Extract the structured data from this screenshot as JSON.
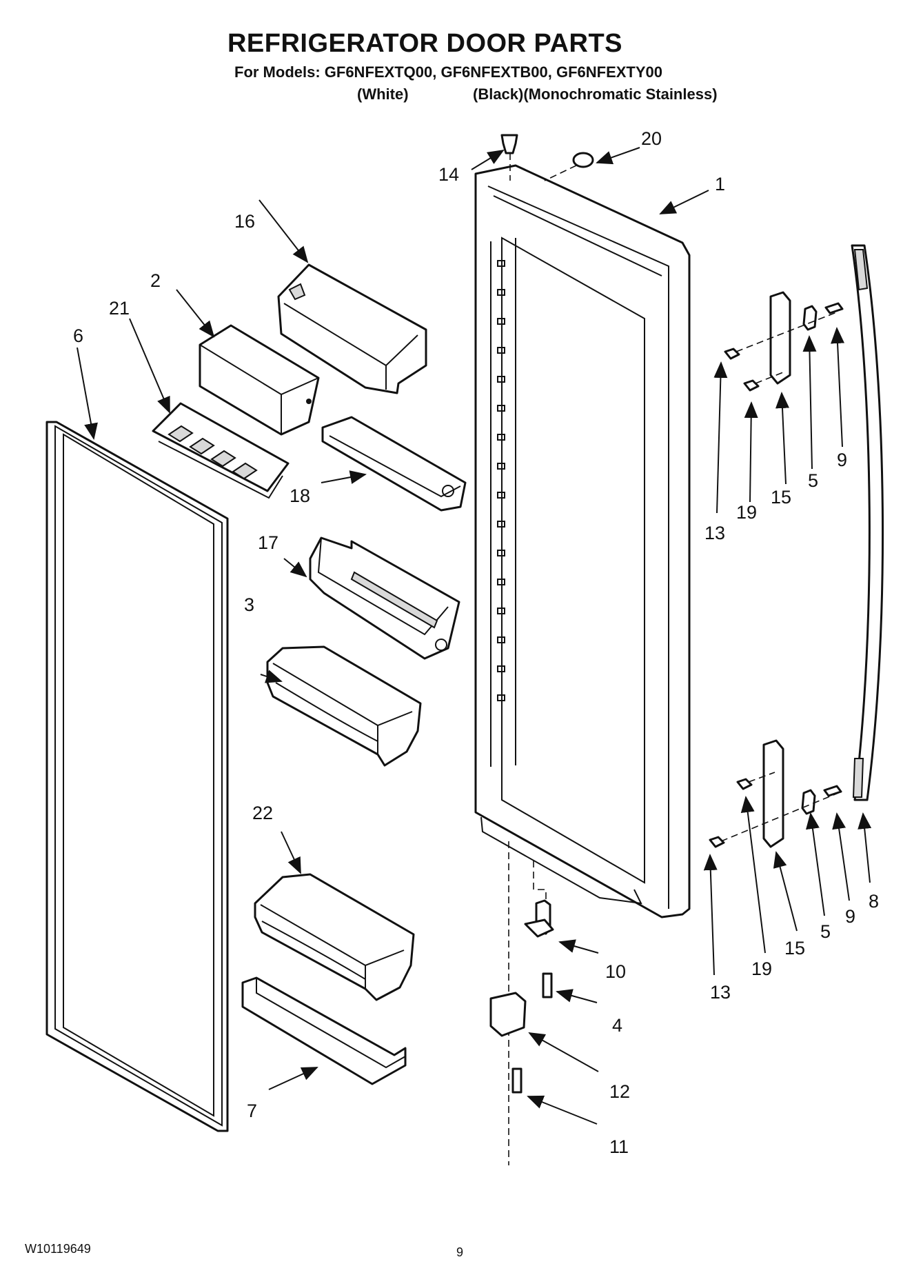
{
  "header": {
    "title": "REFRIGERATOR DOOR PARTS",
    "models_line": "For Models: GF6NFEXTQ00, GF6NFEXTB00, GF6NFEXTY00",
    "variant_white": "(White)",
    "variant_black_stainless": "(Black)(Monochromatic Stainless)"
  },
  "callouts": {
    "c1": "1",
    "c2": "2",
    "c3": "3",
    "c4": "4",
    "c5a": "5",
    "c5b": "5",
    "c6": "6",
    "c7": "7",
    "c8": "8",
    "c9a": "9",
    "c9b": "9",
    "c10": "10",
    "c11": "11",
    "c12": "12",
    "c13a": "13",
    "c13b": "13",
    "c14": "14",
    "c15a": "15",
    "c15b": "15",
    "c16": "16",
    "c17": "17",
    "c18": "18",
    "c19a": "19",
    "c19b": "19",
    "c20": "20",
    "c21": "21",
    "c22": "22"
  },
  "footer": {
    "doc_number": "W10119649",
    "page_number": "9"
  }
}
